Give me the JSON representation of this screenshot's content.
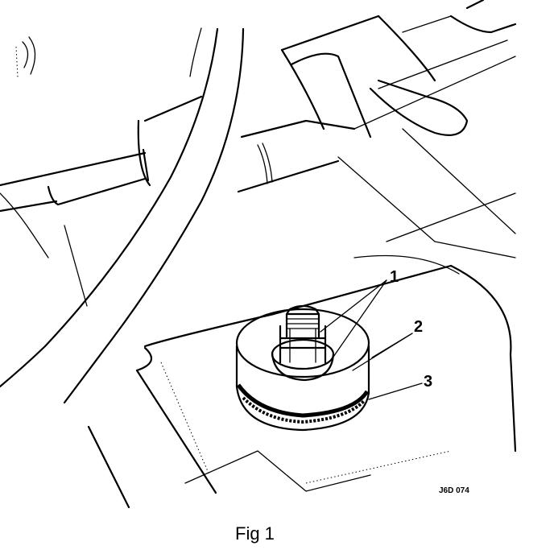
{
  "figure": {
    "callouts": [
      "1",
      "2",
      "3"
    ],
    "reference_code": "J6D 074",
    "caption": "Fig 1"
  },
  "colors": {
    "ink": "#000000",
    "paper": "#ffffff"
  }
}
